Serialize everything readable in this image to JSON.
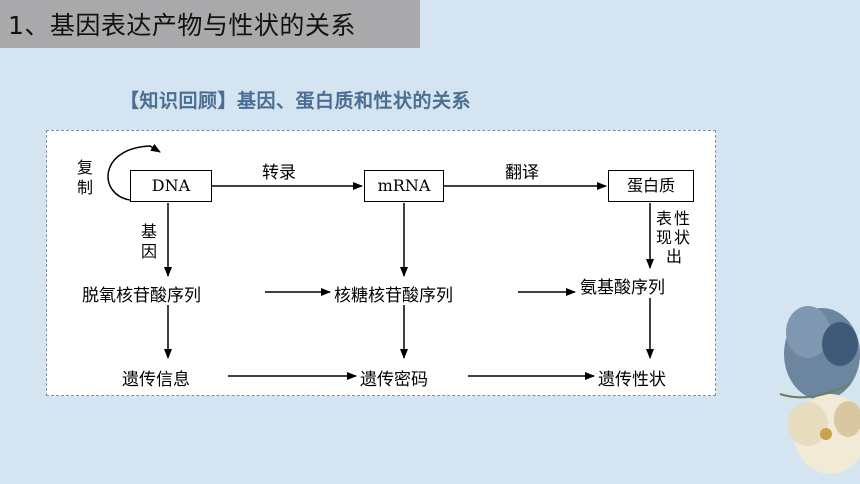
{
  "header": {
    "title": "1、基因表达产物与性状的关系",
    "subtitle": "【知识回顾】基因、蛋白质和性状的关系"
  },
  "diagram": {
    "nodes": {
      "dna": "DNA",
      "mrna": "mRNA",
      "protein": "蛋白质",
      "deoxy_seq": "脱氧核苷酸序列",
      "ribo_seq": "核糖核苷酸序列",
      "amino_seq": "氨基酸序列",
      "genetic_info": "遗传信息",
      "genetic_code": "遗传密码",
      "genetic_trait": "遗传性状"
    },
    "labels": {
      "transcription": "转录",
      "translation": "翻译",
      "replication_1": "复",
      "replication_2": "制",
      "gene_1": "基",
      "gene_2": "因",
      "express_1": "表性",
      "express_2": "现状",
      "express_3": "出"
    }
  }
}
